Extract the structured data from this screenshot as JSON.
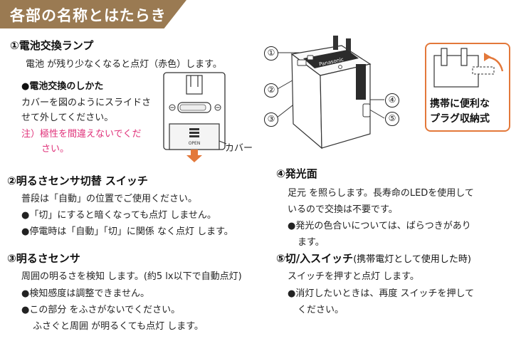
{
  "banner": {
    "title": "各部の名称とはたらき"
  },
  "s1": {
    "heading": "①電池交換ランプ",
    "desc": "電池 が残り少なくなると点灯（赤色）します。",
    "sub": "●電池交換のしかた",
    "lines": [
      "カバーを図のようにスライドさ",
      "せて外してください。"
    ],
    "warn": [
      "注）極性を間違えないでくだ",
      "さい。"
    ],
    "open_label": "OPEN",
    "cover_label": "カバー"
  },
  "s2": {
    "heading": "②明るさセンサ切替 スイッチ",
    "lines": [
      "普段は「自動」の位置でご使用ください。",
      "●「切」にすると暗くなっても点灯 しません。",
      "●停電時は「自動」「切」に関係 なく点灯 します。"
    ]
  },
  "s3": {
    "heading": "③明るさセンサ",
    "lines": [
      "周囲の明るさを検知 します。(約5 lx以下で自動点灯)",
      "●検知感度は調整できません。",
      "●この部分 をふさがないでください。",
      "ふさぐと周囲 が明るくても点灯 します。"
    ]
  },
  "s4": {
    "heading": "④発光面",
    "lines": [
      "足元 を照らします。長寿命のLEDを使用して",
      "いるので交換は不要です。",
      "●発光の色合いについては、ばらつきがあり",
      "ます。"
    ]
  },
  "s5": {
    "heading": "⑤切/入スイッチ",
    "heading_note": "(携帯電灯として使用した時)",
    "lines": [
      "スイッチを押すと点灯 します。",
      "●消灯したいときは、再度 スイッチを押して",
      "ください。"
    ]
  },
  "diagram": {
    "callouts": [
      "①",
      "②",
      "③",
      "④",
      "⑤"
    ],
    "brand": "Panasonic",
    "feature": [
      "携帯に便利な",
      "プラグ収納式"
    ]
  },
  "colors": {
    "banner": "#9a7a52",
    "accent": "#e3783a",
    "warn": "#e0327a",
    "arrow": "#e3783a"
  }
}
